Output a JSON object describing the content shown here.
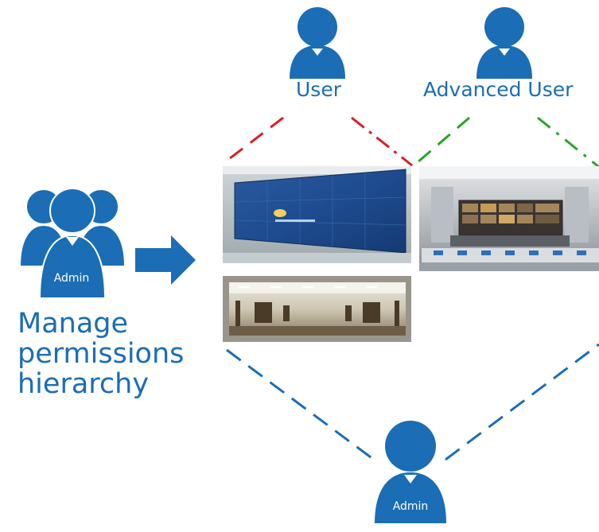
{
  "roles": {
    "user": "User",
    "advanced_user": "Advanced User",
    "admin_left_badge": "Admin",
    "admin_bottom_badge": "Admin"
  },
  "caption": {
    "line1": "Manage",
    "line2": "permissions",
    "line3": "hierarchy"
  },
  "colors": {
    "accent_blue": "#1b6db5",
    "user_dash": "#d81f26",
    "advanced_dash": "#2aa32a",
    "admin_dash": "#1b6db5"
  },
  "icons": [
    "person-icon",
    "group-people-icon",
    "arrow-right-icon"
  ]
}
